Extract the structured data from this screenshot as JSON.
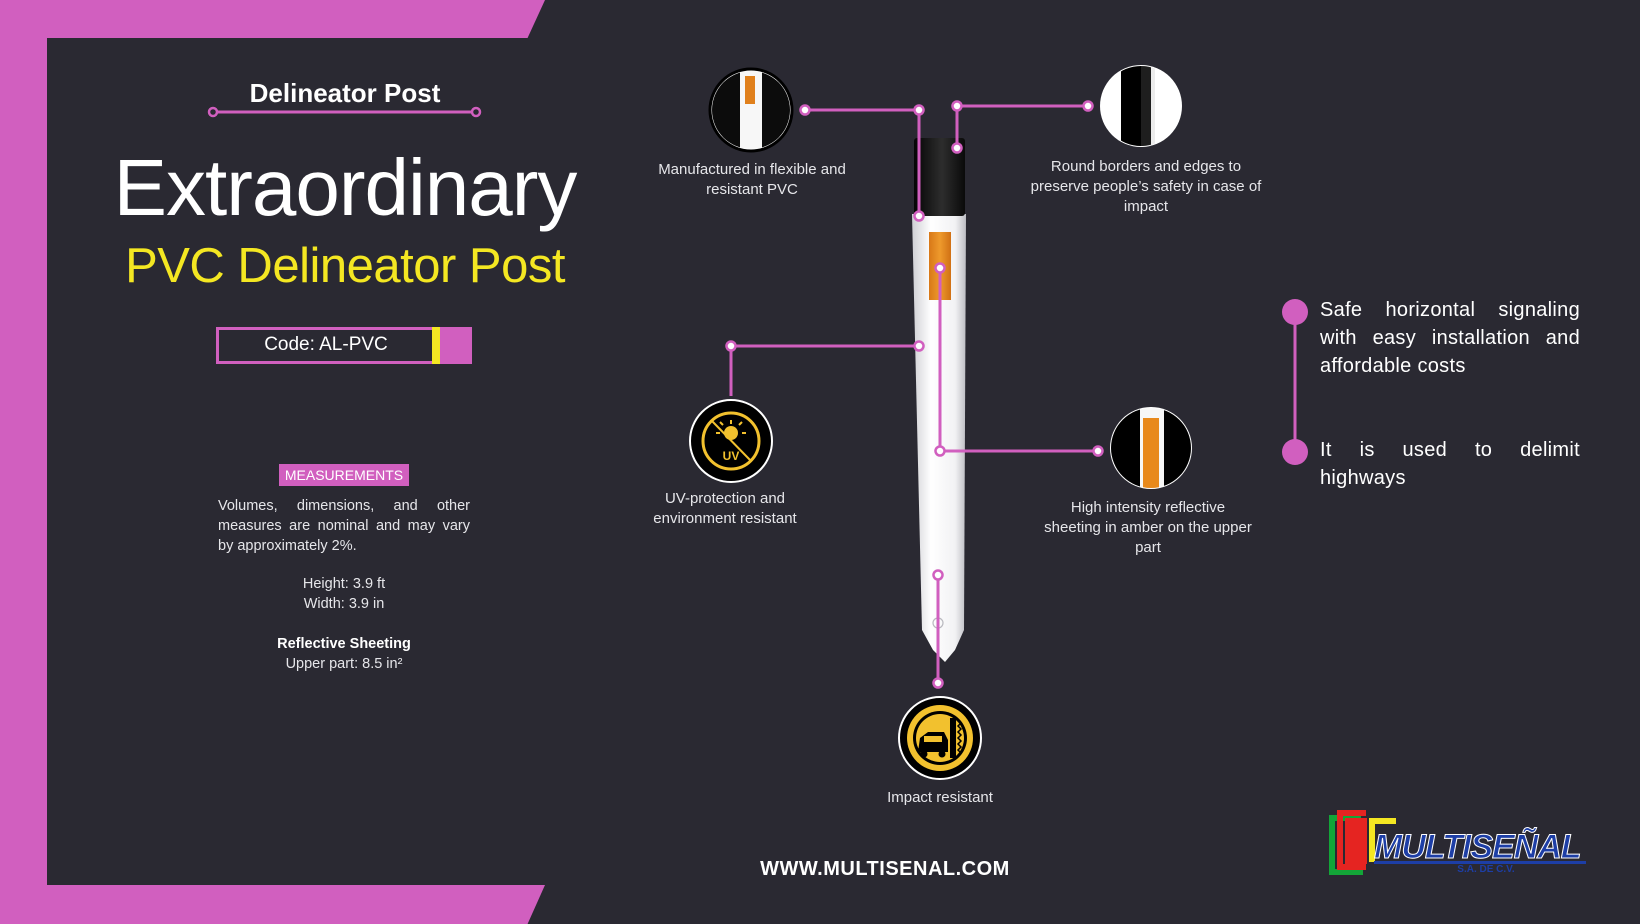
{
  "header": {
    "subtitle": "Delineator Post",
    "title": "Extraordinary",
    "title2": "PVC Delineator Post",
    "code": "Code: AL-PVC"
  },
  "measurements": {
    "label": "MEASUREMENTS",
    "note": "Volumes, dimensions, and other measures are nominal and may vary by approximately 2%.",
    "height": "Height: 3.9 ft",
    "width": "Width: 3.9 in",
    "sheeting_label": "Reflective Sheeting",
    "sheeting_value": "Upper part:  8.5 in²"
  },
  "features": {
    "pvc": "Manufactured in flexible and resistant PVC",
    "borders": "Round borders and edges to preserve people’s safety in case of impact",
    "uv": "UV-protection and environment resistant",
    "reflective": "High intensity reflective sheeting in amber on the upper part",
    "impact": "Impact resistant",
    "uv_badge": "UV"
  },
  "bullets": [
    "Safe horizontal signaling with easy installation and affordable costs",
    "It is used to delimit highways"
  ],
  "footer": {
    "url": "WWW.MULTISENAL.COM",
    "logo_name": "MULTISEÑAL",
    "logo_sub": "S.A. DE C.V."
  },
  "colors": {
    "background": "#2a2932",
    "accent_pink": "#d15fbf",
    "accent_yellow": "#f4e722",
    "amber": "#e8891c"
  }
}
